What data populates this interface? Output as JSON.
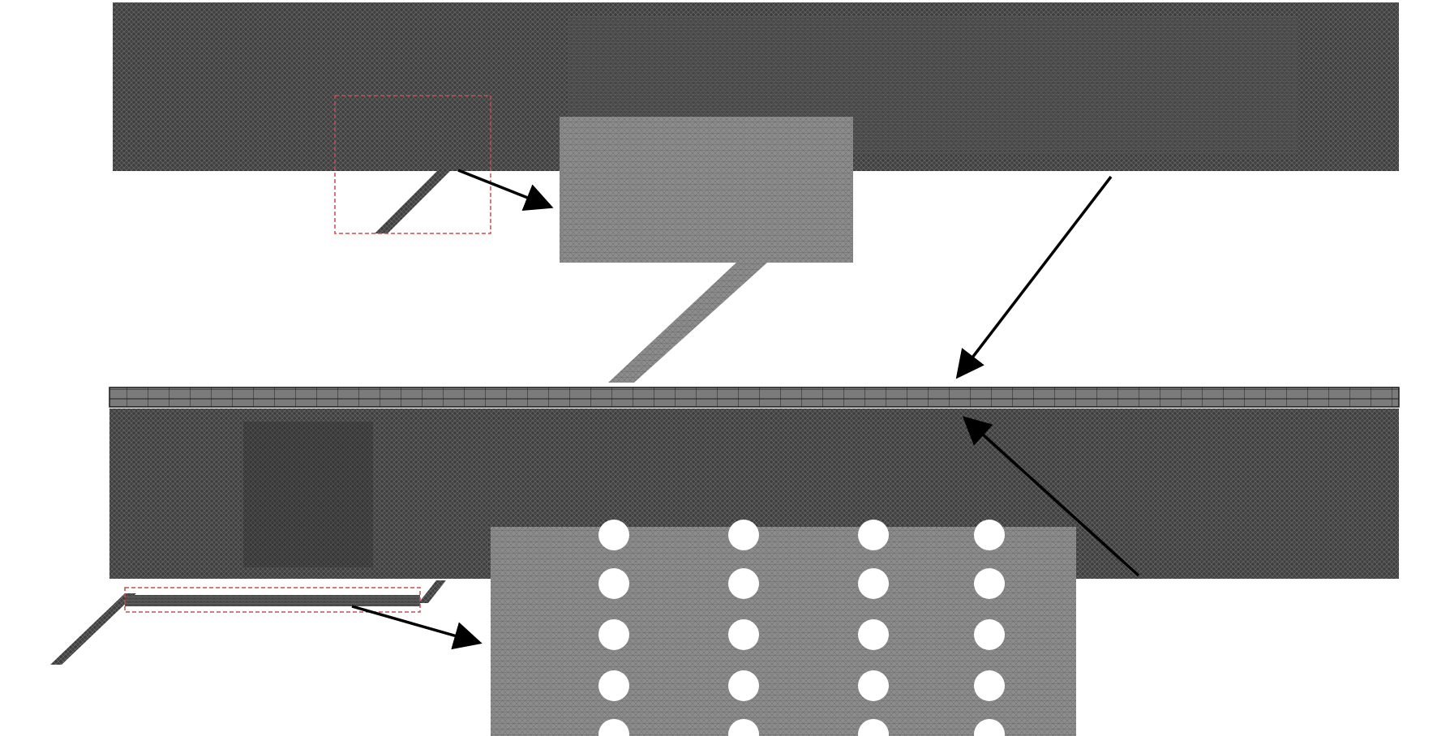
{
  "figure": {
    "panels": [
      {
        "id": "upper-domain",
        "description_hidden": true
      },
      {
        "id": "lower-domain",
        "description_hidden": true
      }
    ],
    "insets": [
      {
        "id": "inlet-zoom"
      },
      {
        "id": "perforated-plate-zoom",
        "hole_rows": 5,
        "hole_columns": 4
      }
    ],
    "colors": {
      "background": "#ffffff",
      "mesh_dark": "#3f3f3f",
      "mesh_medium": "#6e6e6e",
      "inset_mesh": "#8a8a8a",
      "arrow": "#000000",
      "dashed_box": "#c0504d"
    }
  }
}
